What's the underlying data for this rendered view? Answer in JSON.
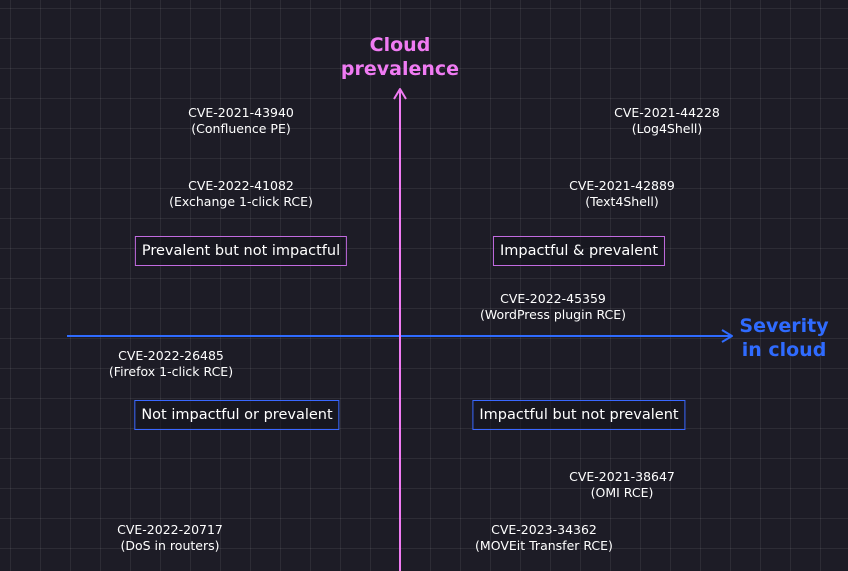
{
  "axes": {
    "y_title_line1": "Cloud",
    "y_title_line2": "prevalence",
    "x_title_line1": "Severity",
    "x_title_line2": "in cloud",
    "y_color": "#f07bf3",
    "x_color": "#2f6bff"
  },
  "quadrants": {
    "top_left": "Prevalent but not impactful",
    "top_right": "Impactful & prevalent",
    "bottom_left": "Not impactful or prevalent",
    "bottom_right": "Impactful but not prevalent"
  },
  "cves": [
    {
      "id": "CVE-2021-43940",
      "desc": "(Confluence PE)"
    },
    {
      "id": "CVE-2021-44228",
      "desc": "(Log4Shell)"
    },
    {
      "id": "CVE-2022-41082",
      "desc": "(Exchange 1-click RCE)"
    },
    {
      "id": "CVE-2021-42889",
      "desc": "(Text4Shell)"
    },
    {
      "id": "CVE-2022-45359",
      "desc": "(WordPress plugin RCE)"
    },
    {
      "id": "CVE-2022-26485",
      "desc": "(Firefox 1-click RCE)"
    },
    {
      "id": "CVE-2021-38647",
      "desc": "(OMI RCE)"
    },
    {
      "id": "CVE-2022-20717",
      "desc": "(DoS in routers)"
    },
    {
      "id": "CVE-2023-34362",
      "desc": "(MOVEit Transfer RCE)"
    }
  ]
}
